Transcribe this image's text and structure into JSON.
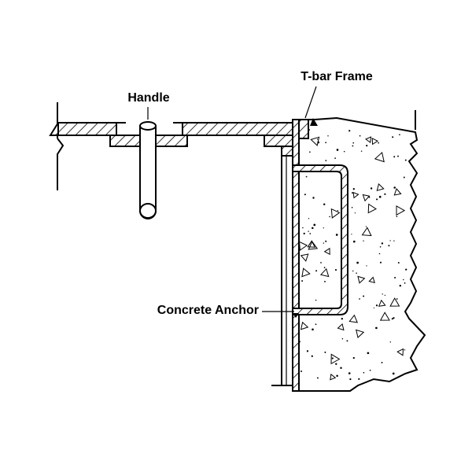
{
  "labels": {
    "handle": "Handle",
    "tbar_frame": "T-bar Frame",
    "concrete_anchor": "Concrete Anchor"
  },
  "colors": {
    "ink": "#000000",
    "background": "#ffffff"
  }
}
